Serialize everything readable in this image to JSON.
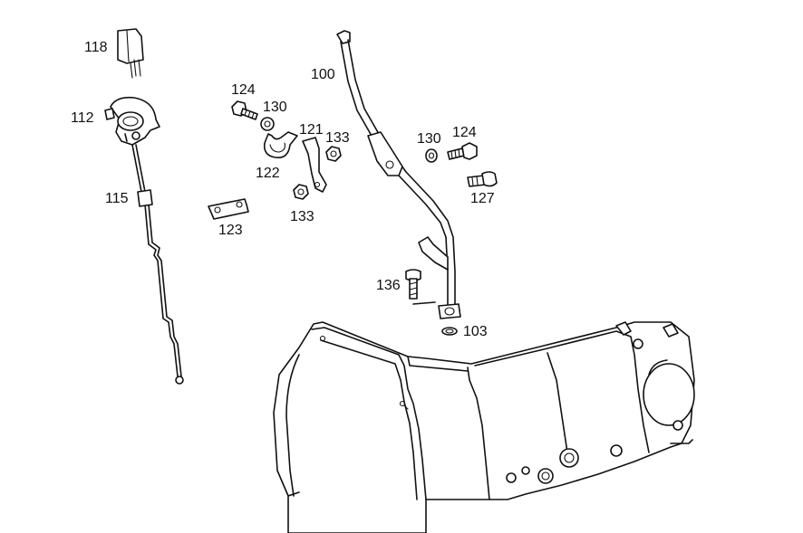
{
  "callouts": [
    {
      "id": "c118",
      "text": "118"
    },
    {
      "id": "c112",
      "text": "112"
    },
    {
      "id": "c115",
      "text": "115"
    },
    {
      "id": "c124a",
      "text": "124"
    },
    {
      "id": "c130a",
      "text": "130"
    },
    {
      "id": "c121",
      "text": "121"
    },
    {
      "id": "c133a",
      "text": "133"
    },
    {
      "id": "c122",
      "text": "122"
    },
    {
      "id": "c133b",
      "text": "133"
    },
    {
      "id": "c123",
      "text": "123"
    },
    {
      "id": "c100",
      "text": "100"
    },
    {
      "id": "c130b",
      "text": "130"
    },
    {
      "id": "c124b",
      "text": "124"
    },
    {
      "id": "c127",
      "text": "127"
    },
    {
      "id": "c136",
      "text": "136"
    },
    {
      "id": "c103",
      "text": "103"
    }
  ],
  "colors": {
    "ink": "#111111",
    "paper": "#ffffff"
  }
}
